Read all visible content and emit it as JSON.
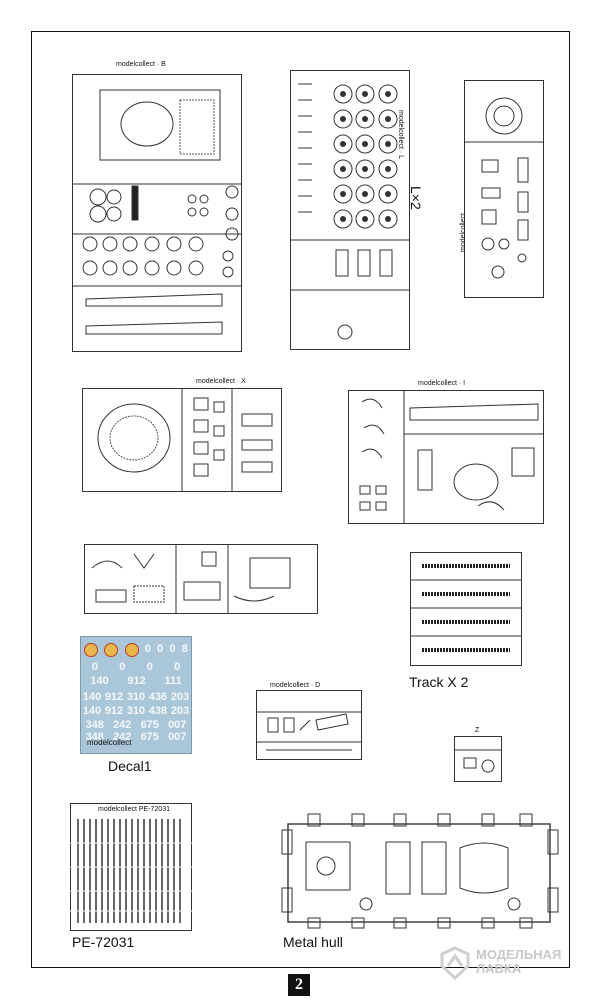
{
  "sheet": {
    "page_number": "2",
    "labels": {
      "lx2": "L×2",
      "track": "Track X 2",
      "decal": "Decal1",
      "pe": "PE-72031",
      "hull": "Metal hull"
    },
    "sprue_tags": {
      "b": "modelcollect · B",
      "l": "modelcollect · L",
      "x": "modelcollect · X",
      "i": "modelcollect · I",
      "w": "modelcollect",
      "d": "modelcollect · D",
      "z": "Z",
      "pe": "modelcollect  PE-72031"
    },
    "decal_sheet": {
      "rows": [
        [
          "0",
          "0",
          "0",
          "0",
          "0",
          "0",
          "0",
          "8"
        ],
        [
          "140",
          "912",
          "",
          "",
          "111"
        ],
        [
          "140",
          "912",
          "310",
          "436",
          "203"
        ],
        [
          "140",
          "912",
          "310",
          "438",
          "203"
        ],
        [
          "348",
          "242",
          "675",
          "007"
        ],
        [
          "348",
          "242",
          "675",
          "007"
        ]
      ],
      "brand": "modelcollect"
    },
    "watermark": {
      "line1": "МОДЕЛЬНАЯ",
      "line2": "ЛАВКА"
    },
    "colors": {
      "decal_blue": "#a9c7d8",
      "line": "#333333"
    }
  }
}
